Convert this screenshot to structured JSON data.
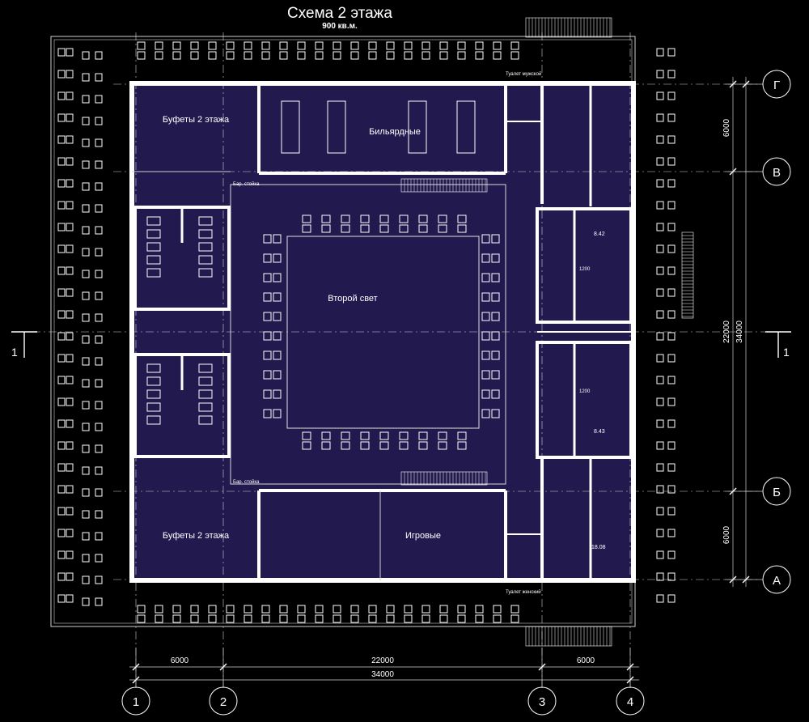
{
  "title": "Схема 2 этажа",
  "subtitle": "900 кв.м.",
  "rooms": {
    "buffet_top": "Буфеты 2 этажа",
    "buffet_bottom": "Буфеты 2 этажа",
    "billiards": "Бильярдные",
    "atrium": "Второй свет",
    "games": "Игровые"
  },
  "notes": {
    "bar_top": "Бар. стойка",
    "bar_bottom": "Бар. стойка",
    "toilet_male": "Туалет мужской",
    "toilet_female": "Туалет женский",
    "area_1": "8.42",
    "area_2": "8.43",
    "area_3": "18.08",
    "dim_1200_a": "1200",
    "dim_1200_b": "1200"
  },
  "dimensions": {
    "bottom_left": "6000",
    "bottom_mid": "22000",
    "bottom_right": "6000",
    "bottom_total": "34000",
    "right_top": "6000",
    "right_mid": "22000",
    "right_bottom": "6000",
    "right_total": "34000"
  },
  "axes": {
    "columns": [
      "1",
      "2",
      "3",
      "4"
    ],
    "rows": [
      "Г",
      "В",
      "Б",
      "А"
    ]
  },
  "section_mark": "1",
  "colors": {
    "background": "#000000",
    "floor_fill": "#221a4e",
    "walls": "#ffffff",
    "lines": "#cfcfcf"
  }
}
